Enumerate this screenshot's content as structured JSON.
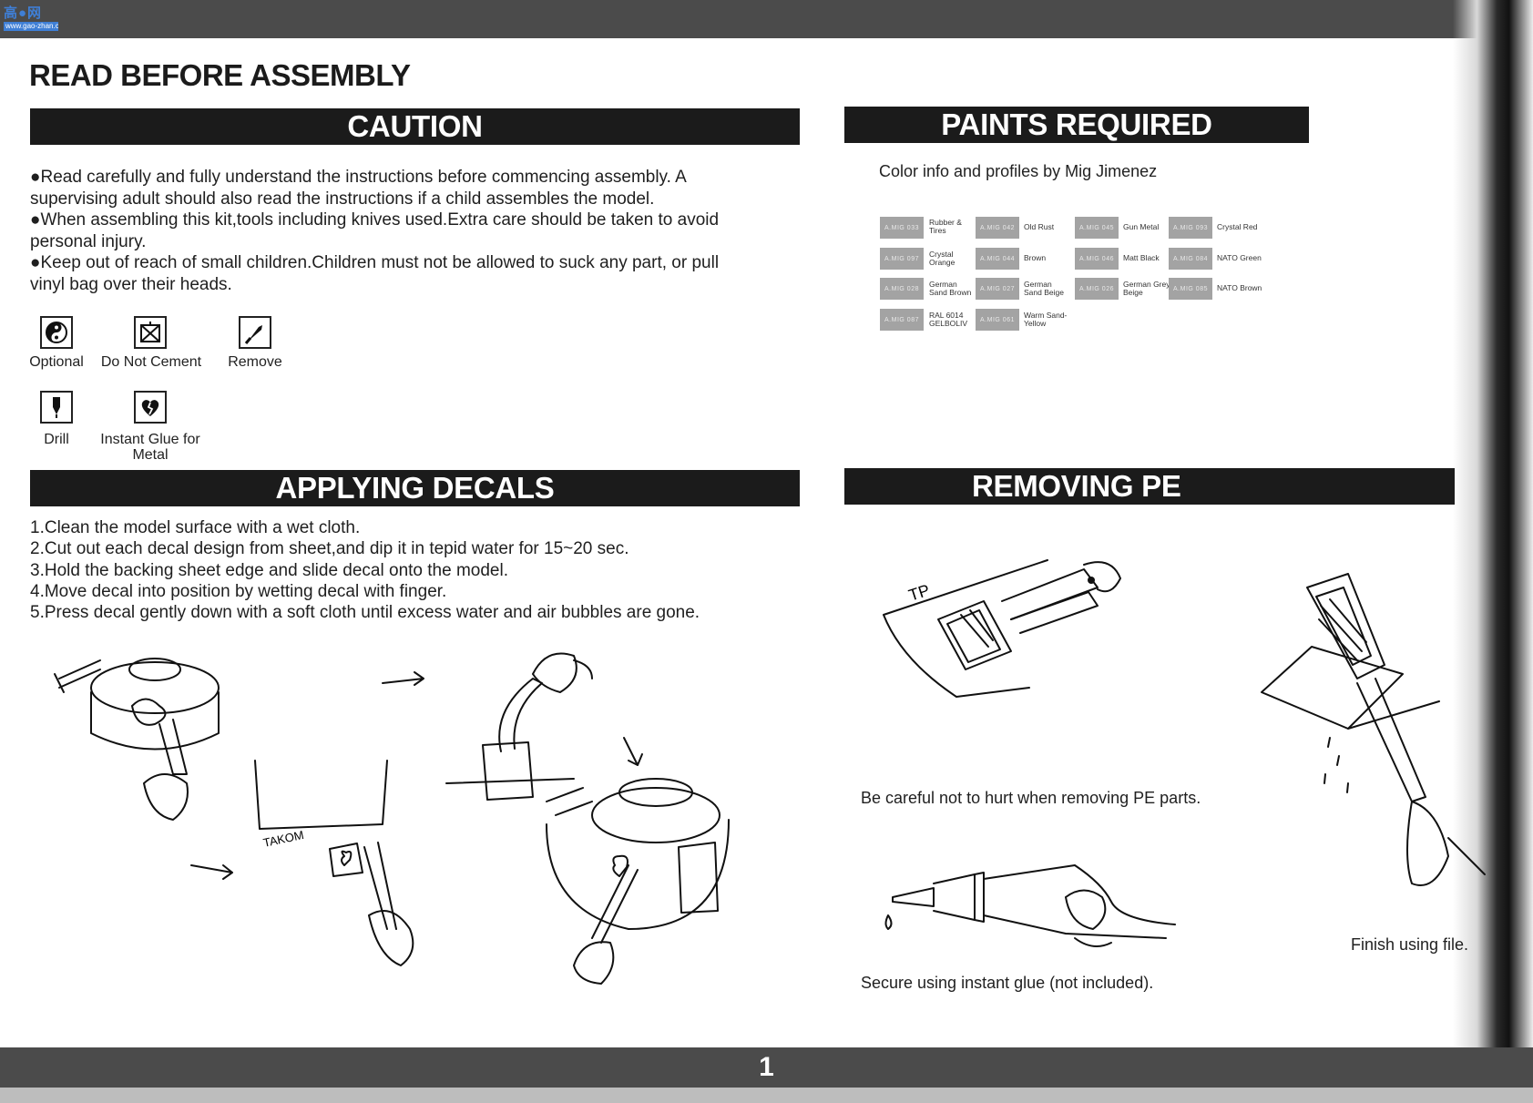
{
  "header": {
    "logo_text": "高●网",
    "logo_sub": "www.gao-zhan.com"
  },
  "page_title": "READ BEFORE ASSEMBLY",
  "caution": {
    "heading": "CAUTION",
    "paragraphs": [
      "●Read carefully and fully understand the instructions before commencing assembly. A supervising adult should also read the instructions if a child assembles the model.",
      "●When assembling this kit,tools including knives used.Extra care should be taken to avoid personal injury.",
      "●Keep out of reach of small children.Children must not be allowed to suck any part, or pull vinyl bag over their heads."
    ],
    "icons": [
      {
        "icon": "yin-yang-icon",
        "label": "Optional"
      },
      {
        "icon": "crossed-box-icon",
        "label": "Do Not Cement"
      },
      {
        "icon": "knife-icon",
        "label": "Remove"
      },
      {
        "icon": "drill-icon",
        "label": "Drill"
      },
      {
        "icon": "broken-heart-icon",
        "label": "Instant Glue for Metal"
      }
    ]
  },
  "paints": {
    "heading": "PAINTS REQUIRED",
    "subtitle": "Color info and profiles by Mig Jimenez",
    "items": [
      {
        "code": "A.MIG 033",
        "name": "Rubber & Tires"
      },
      {
        "code": "A.MIG 042",
        "name": "Old Rust"
      },
      {
        "code": "A.MIG 045",
        "name": "Gun Metal"
      },
      {
        "code": "A.MIG 093",
        "name": "Crystal Red"
      },
      {
        "code": "A.MIG 097",
        "name": "Crystal Orange"
      },
      {
        "code": "A.MIG 044",
        "name": "Brown"
      },
      {
        "code": "A.MIG 046",
        "name": "Matt Black"
      },
      {
        "code": "A.MIG 084",
        "name": "NATO Green"
      },
      {
        "code": "A.MIG 028",
        "name": "German Sand Brown"
      },
      {
        "code": "A.MIG 027",
        "name": "German Sand Beige"
      },
      {
        "code": "A.MIG 026",
        "name": "German Grey Beige"
      },
      {
        "code": "A.MIG 085",
        "name": "NATO Brown"
      },
      {
        "code": "A.MIG 087",
        "name": "RAL 6014 GELBOLIV"
      },
      {
        "code": "A.MIG 061",
        "name": "Warm Sand-Yellow"
      }
    ]
  },
  "decals": {
    "heading": "APPLYING DECALS",
    "steps": [
      "1.Clean the model surface with a wet cloth.",
      "2.Cut out each decal design from sheet,and dip it in tepid water for 15~20 sec.",
      "3.Hold the backing sheet edge and slide decal onto the model.",
      "4.Move decal into position by wetting decal with finger.",
      "5.Press decal gently down with a soft cloth until excess water and air bubbles are gone."
    ],
    "sheet_brand": "TAKOM"
  },
  "pe": {
    "heading": "REMOVING PE",
    "caption_careful": "Be careful not to hurt when removing PE parts.",
    "caption_glue": "Secure using instant glue (not included).",
    "caption_file": "Finish using file.",
    "tp_label": "TP"
  },
  "footer": {
    "page_number": "1"
  }
}
